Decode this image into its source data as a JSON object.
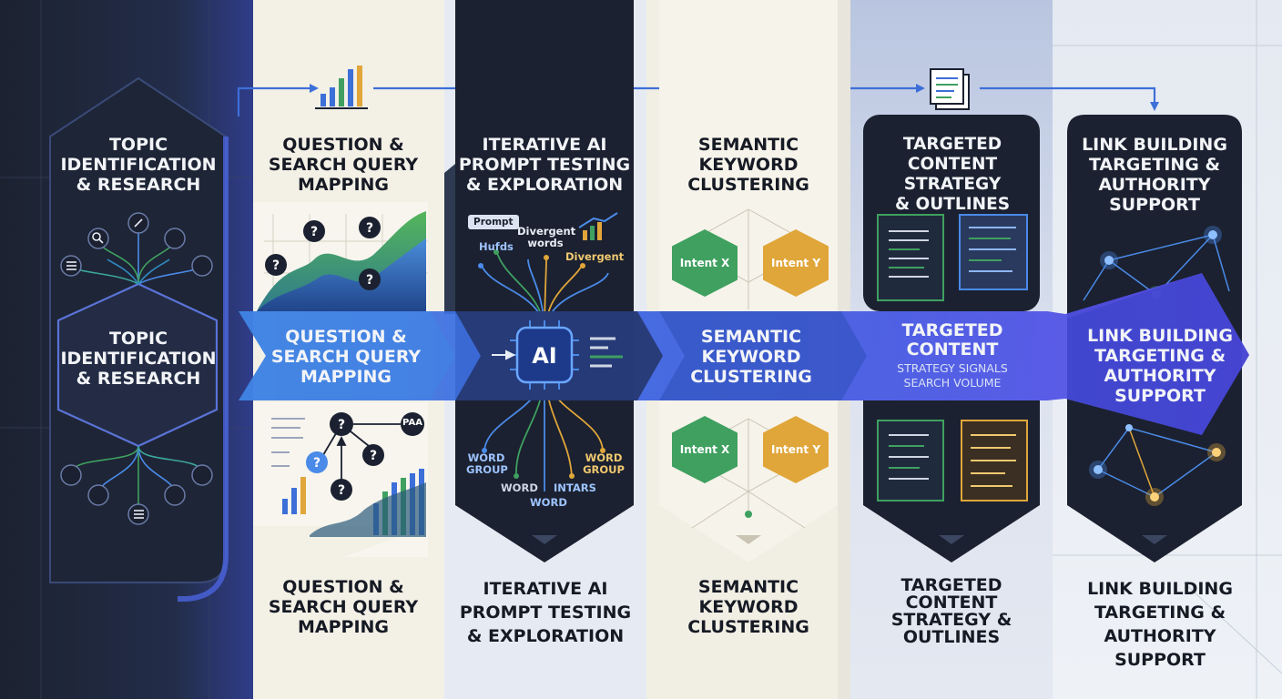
{
  "colors": {
    "navy": "#1b2130",
    "cream": "#f3f0e6",
    "paleBlue": "#dbe3f0",
    "accentBlue": "#4a7de8",
    "green": "#3fa060",
    "amber": "#e0a63a"
  },
  "stages": [
    {
      "top": "TOPIC\nIDENTIFICATION\n& RESEARCH",
      "band": "TOPIC\nIDENTIFICATION\n& RESEARCH"
    },
    {
      "top": "QUESTION &\nSEARCH QUERY\nMAPPING",
      "band": "QUESTION &\nSEARCH QUERY\nMAPPING",
      "bottom": "QUESTION &\nSEARCH QUERY\nMAPPING",
      "badge": "PAA"
    },
    {
      "top": "ITERATIVE AI\nPROMPT TESTING\n& EXPLORATION",
      "band": "AI",
      "bottom": "ITERATIVE AI\nPROMPT TESTING\n& EXPLORATION",
      "labels": {
        "prompt": "Prompt",
        "hufds": "Hufds",
        "divergentWords": "Divergent\nwords",
        "divergent": "Divergent",
        "wordGroup1": "WORD\nGROUP",
        "word1": "WORD",
        "word2": "WORD",
        "intars": "INTARS",
        "wordGroup2": "WORD\nGROUP"
      }
    },
    {
      "top": "SEMANTIC\nKEYWORD\nCLUSTERING",
      "band": "SEMANTIC\nKEYWORD\nCLUSTERING",
      "bottom": "SEMANTIC\nKEYWORD\nCLUSTERING",
      "intentX": "Intent X",
      "intentY": "Intent Y"
    },
    {
      "top": "TARGETED\nCONTENT STRATEGY\n& OUTLINES",
      "band": "TARGETED\nCONTENT",
      "bandSub": "STRATEGY SIGNALS\nSEARCH VOLUME",
      "bottom": "TARGETED\nCONTENT\nSTRATEGY &\nOUTLINES"
    },
    {
      "top": "LINK BUILDING\nTARGETING &\nAUTHORITY\nSUPPORT",
      "band": "LINK BUILDING\nTARGETING &\nAUTHORITY\nSUPPORT",
      "bottom": "LINK BUILDING\nTARGETING &\nAUTHORITY SUPPORT"
    }
  ]
}
